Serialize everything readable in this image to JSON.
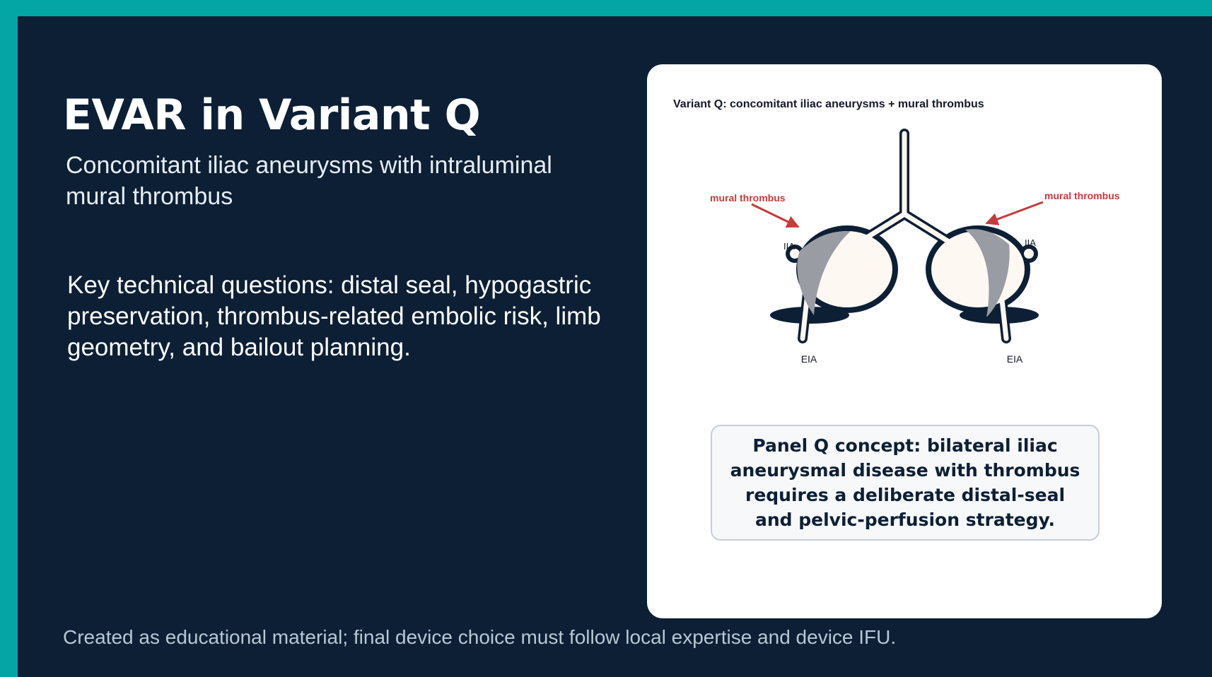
{
  "slide": {
    "title": "EVAR in Variant Q",
    "subtitle": "Concomitant iliac aneurysms with intraluminal mural thrombus",
    "body": "Key technical questions: distal seal, hypogastric preservation, thrombus-related embolic risk, limb geometry, and bailout planning.",
    "footer": "Created as educational material; final device choice must follow local expertise and device IFU."
  },
  "figure": {
    "title": "Variant Q: concomitant iliac aneurysms + mural thrombus",
    "labels": {
      "thrombus_left": "mural thrombus",
      "thrombus_right": "mural thrombus",
      "iia_left": "IIA",
      "iia_right": "IIA",
      "eia_left": "EIA",
      "eia_right": "EIA"
    },
    "concept_text": "Panel Q concept: bilateral iliac aneurysmal disease with thrombus requires a deliberate distal-seal and pelvic-perfusion strategy."
  },
  "colors": {
    "accent_teal": "#04a5a5",
    "background_navy": "#0c1f35",
    "vessel_fill": "#fdf8f2",
    "thrombus_gray": "#9a9ca3",
    "annotation_red": "#c63b3b"
  },
  "icons": [
    "arrow-icon"
  ]
}
